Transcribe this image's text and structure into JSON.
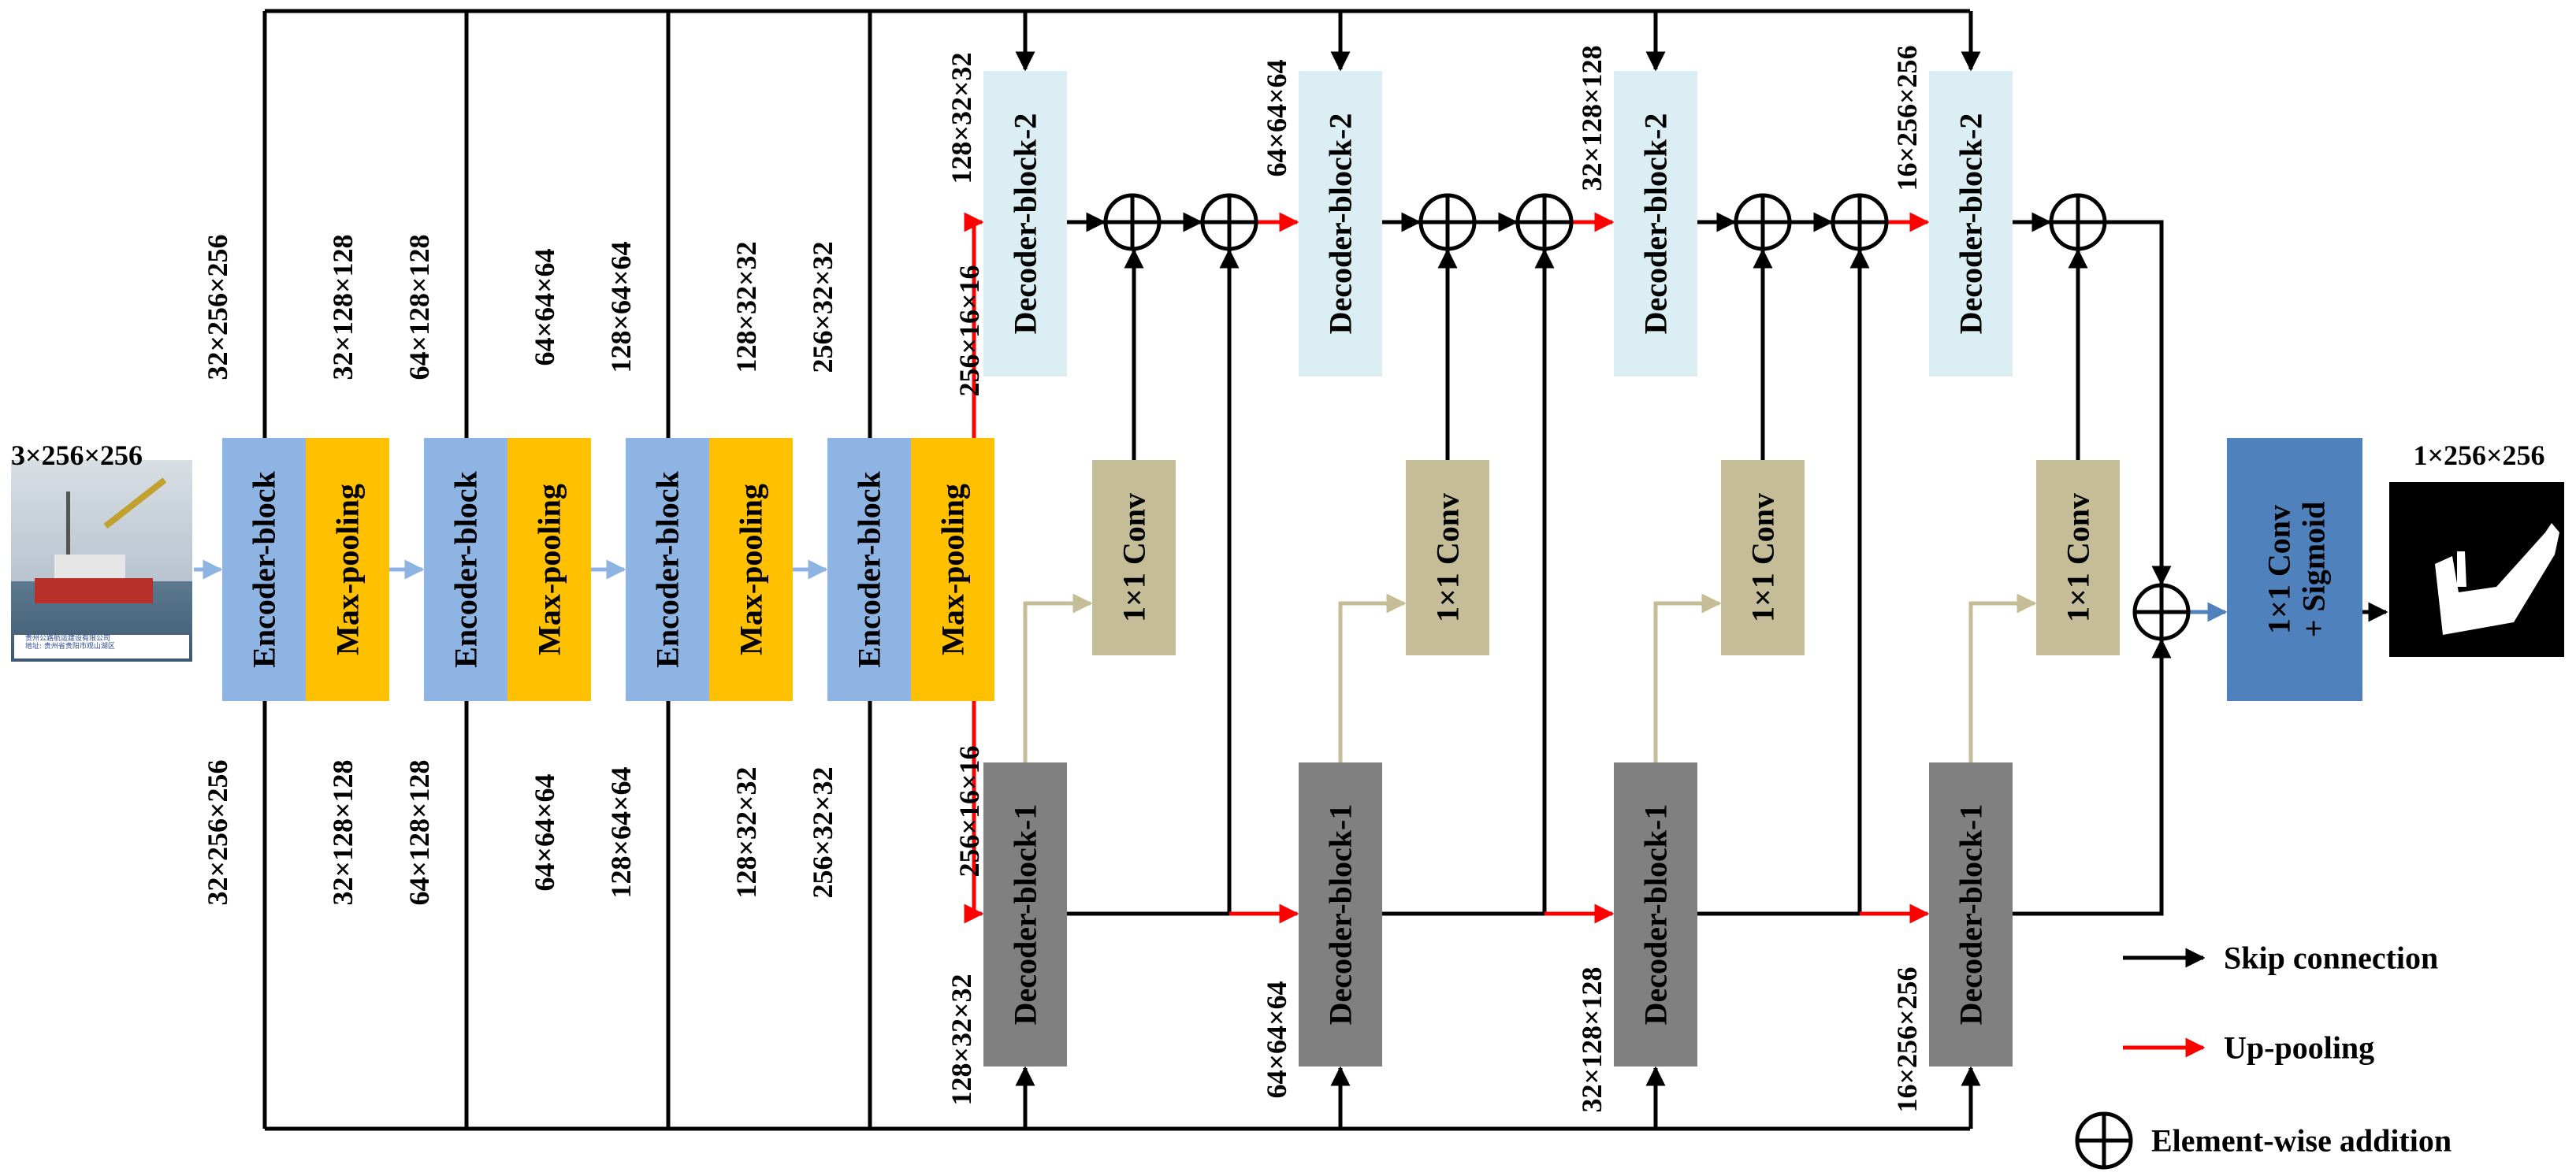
{
  "input": {
    "dims": "3×256×256",
    "photo_caption_line1": "贵州公路航运建设有限公司",
    "photo_caption_line2": "地址: 贵州省贵阳市观山湖区"
  },
  "output": {
    "dims": "1×256×256"
  },
  "encoder": {
    "encoder_label": "Encoder-block",
    "pool_label": "Max-pooling",
    "dims": [
      {
        "enc_top": "32×256×256",
        "enc_bot": "32×256×256",
        "pool_top": "32×128×128",
        "pool_bot": "32×128×128"
      },
      {
        "enc_top": "64×128×128",
        "enc_bot": "64×128×128",
        "pool_top": "64×64×64",
        "pool_bot": "64×64×64"
      },
      {
        "enc_top": "128×64×64",
        "enc_bot": "128×64×64",
        "pool_top": "128×32×32",
        "pool_bot": "128×32×32"
      },
      {
        "enc_top": "256×32×32",
        "enc_bot": "256×32×32",
        "pool_top": "256×16×16",
        "pool_bot": "256×16×16"
      }
    ]
  },
  "decoder": {
    "d2_label": "Decoder-block-2",
    "d1_label": "Decoder-block-1",
    "conv_label": "1×1 Conv",
    "in_dims": [
      "128×32×32",
      "64×64×64",
      "32×128×128",
      "16×256×256"
    ]
  },
  "final": {
    "line1": "1×1 Conv",
    "line2": "+ Sigmoid"
  },
  "legend": {
    "skip": "Skip connection",
    "up": "Up-pooling",
    "add": "Element-wise addition"
  },
  "colors": {
    "encoder": "#8eb4e3",
    "pool": "#ffc000",
    "decoder2": "#daeef3",
    "decoder1": "#808080",
    "conv": "#c4bd97",
    "final": "#4f81bd",
    "up_arrow": "#ff0000",
    "skip_arrow": "#000000",
    "flow_arrow": "#8eb4e3",
    "conv_link": "#c4bd97"
  }
}
